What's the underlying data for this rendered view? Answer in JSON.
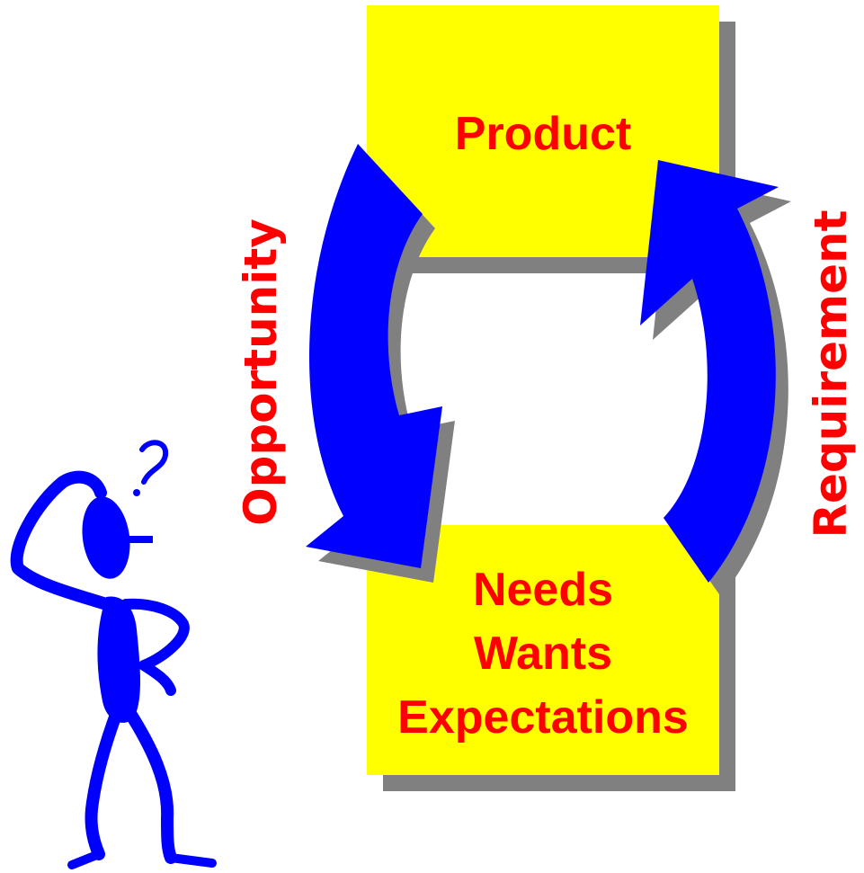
{
  "diagram": {
    "top_box": {
      "label": "Product"
    },
    "bottom_box": {
      "lines": [
        "Needs",
        "Wants",
        "Expectations"
      ]
    },
    "left_arrow": {
      "label": "Opportunity",
      "direction": "down"
    },
    "right_arrow": {
      "label": "Requirement",
      "direction": "up"
    },
    "figure": {
      "icon": "confused-person-icon"
    }
  },
  "colors": {
    "box_fill": "#ffff00",
    "box_shadow": "#808080",
    "arrow_fill": "#0000ff",
    "arrow_shadow": "#808080",
    "text": "#ff0000",
    "figure": "#0000ff"
  }
}
